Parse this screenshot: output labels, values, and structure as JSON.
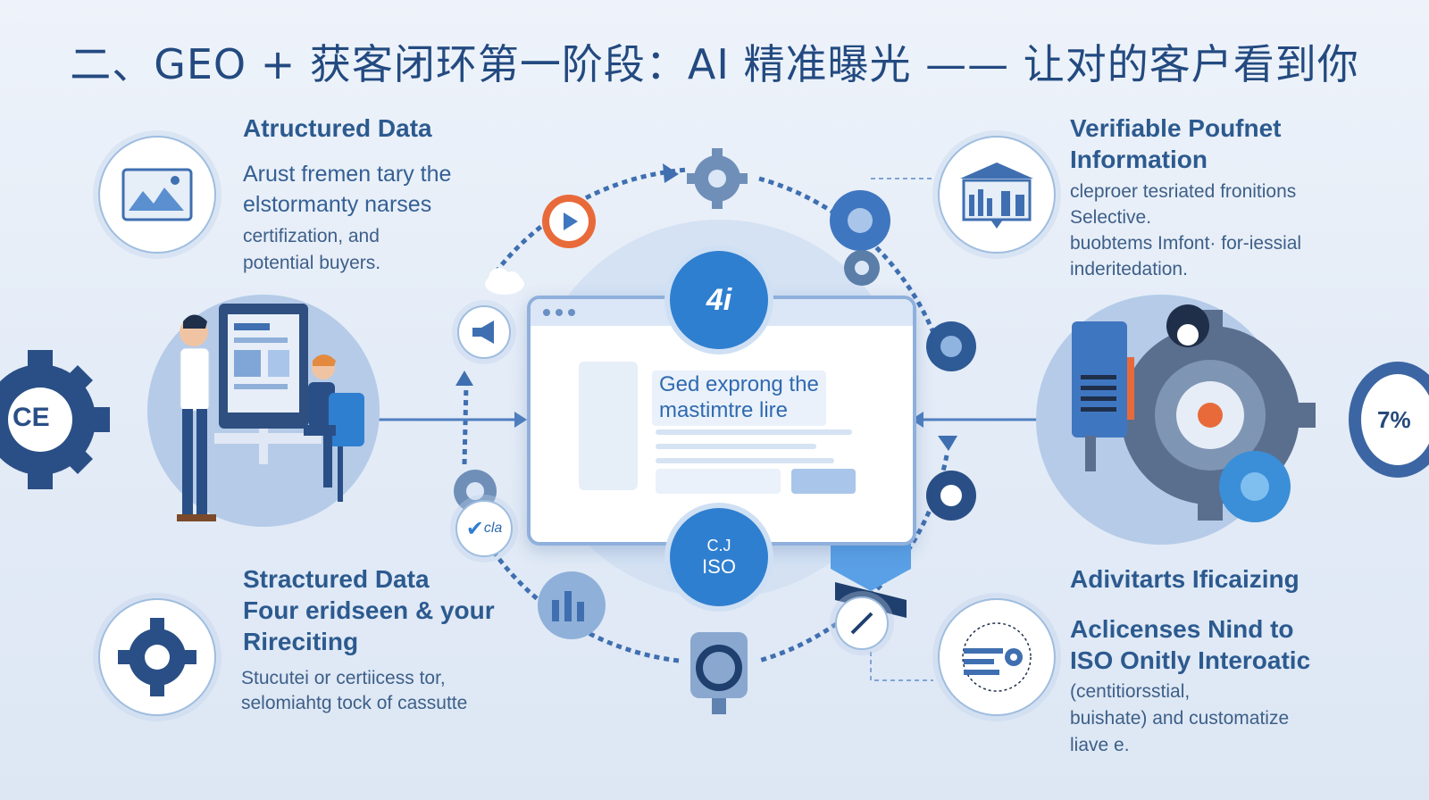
{
  "title": "二、GEO + 获客闭环第一阶段：AI 精准曝光 —— 让对的客户看到你",
  "top_left": {
    "heading": "Atructured Data",
    "line1": "Arust fremen tary the",
    "line2": "elstormanty narses",
    "line3": "certifization, and",
    "line4": "potential buyers."
  },
  "top_right": {
    "heading_line1": "Verifiable Poufnet",
    "heading_line2": "Information",
    "line1": "cleproer tesriated fronitions",
    "line2": "Selective.",
    "line3": "buobtems Imfont· for-iessial",
    "line4": "inderitedation."
  },
  "bottom_left": {
    "heading_line1": "Stractured Data",
    "heading_line2": "Four eridseen & your",
    "heading_line3": "Rireciting",
    "line1": "Stucutei or certiicess tor,",
    "line2": "selomiahtg tock of cassutte"
  },
  "bottom_right": {
    "heading": "Adivitarts Ificaizing",
    "sub_line1": "Aclicenses Nind to",
    "sub_line2": "ISO Onitly Interoatic",
    "line1": "(centitiorsstial,",
    "line2": "buishate) and customatize",
    "line3": "liave e."
  },
  "center": {
    "browser_line1": "Ged exprong the",
    "browser_line2": "mastimtre lire",
    "ai_badge": "4i",
    "iso_badge_icon": "C.J",
    "iso_badge": "ISO",
    "check_label": "cla"
  },
  "side_labels": {
    "ce_gear": "CE",
    "percent": "7%"
  }
}
